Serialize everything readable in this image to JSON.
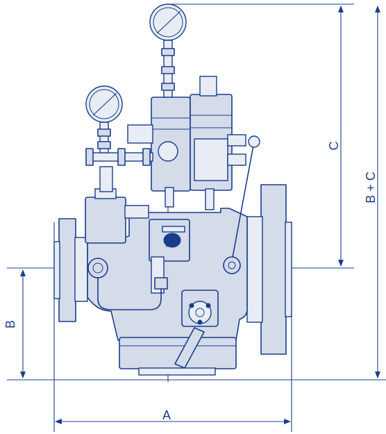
{
  "dimensions": {
    "a_label": "A",
    "b_label": "B",
    "c_label": "C",
    "bc_label": "B + C"
  },
  "colors": {
    "line": "#1a3c8c",
    "fill": "#d4dbe9",
    "background": "#ffffff"
  }
}
